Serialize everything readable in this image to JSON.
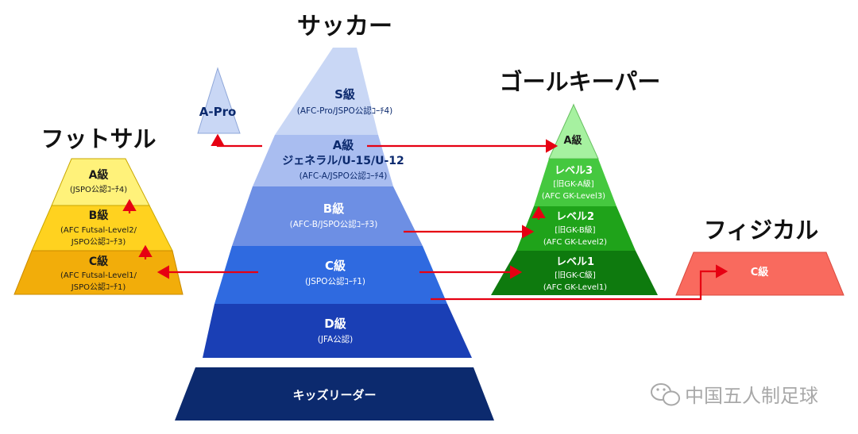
{
  "titles": {
    "soccer": "サッカー",
    "futsal": "フットサル",
    "goalkeeper": "ゴールキーパー",
    "physical": "フィジカル"
  },
  "apro": {
    "label": "A-Pro"
  },
  "soccer": {
    "s": {
      "label": "S級",
      "sub": "(AFC-Pro/JSPO公認ｺｰﾁ4)"
    },
    "a": {
      "label": "A級",
      "label2": "ジェネラル/U-15/U-12",
      "sub": "(AFC-A/JSPO公認ｺｰﾁ4)"
    },
    "b": {
      "label": "B級",
      "sub": "(AFC-B/JSPO公認ｺｰﾁ3)"
    },
    "c": {
      "label": "C級",
      "sub": "(JSPO公認ｺｰﾁ1)"
    },
    "d": {
      "label": "D級",
      "sub": "(JFA公認)"
    },
    "kids": {
      "label": "キッズリーダー"
    }
  },
  "futsal": {
    "a": {
      "label": "A級",
      "sub": "(JSPO公認ｺｰﾁ4)"
    },
    "b": {
      "label": "B級",
      "sub1": "(AFC Futsal-Level2/",
      "sub2": "JSPO公認ｺｰﾁ3)"
    },
    "c": {
      "label": "C級",
      "sub1": "(AFC Futsal-Level1/",
      "sub2": "JSPO公認ｺｰﾁ1)"
    }
  },
  "gk": {
    "a": {
      "label": "A級"
    },
    "l3": {
      "label": "レベル3",
      "sub1": "[旧GK-A級]",
      "sub2": "(AFC GK-Level3)"
    },
    "l2": {
      "label": "レベル2",
      "sub1": "[旧GK-B級]",
      "sub2": "(AFC GK-Level2)"
    },
    "l1": {
      "label": "レベル1",
      "sub1": "[旧GK-C級]",
      "sub2": "(AFC GK-Level1)"
    }
  },
  "physical": {
    "c": {
      "label": "C級"
    }
  },
  "watermark": {
    "text": "中国五人制足球"
  },
  "colors": {
    "arrow": "#e60012",
    "soccer_s": "#c9d7f5",
    "soccer_a": "#a9bdf0",
    "soccer_b": "#6d8fe4",
    "soccer_c": "#2f6ae0",
    "soccer_d": "#1a3fb5",
    "soccer_kids": "#0c2a6e",
    "futsal_a": "#fff27a",
    "futsal_b": "#ffd21f",
    "futsal_c": "#f2ad0a",
    "gk_a": "#a6f1a0",
    "gk_l3": "#45c83f",
    "gk_l2": "#1fa31a",
    "gk_l1": "#0e7a0e",
    "physical": "#f96a5e"
  }
}
